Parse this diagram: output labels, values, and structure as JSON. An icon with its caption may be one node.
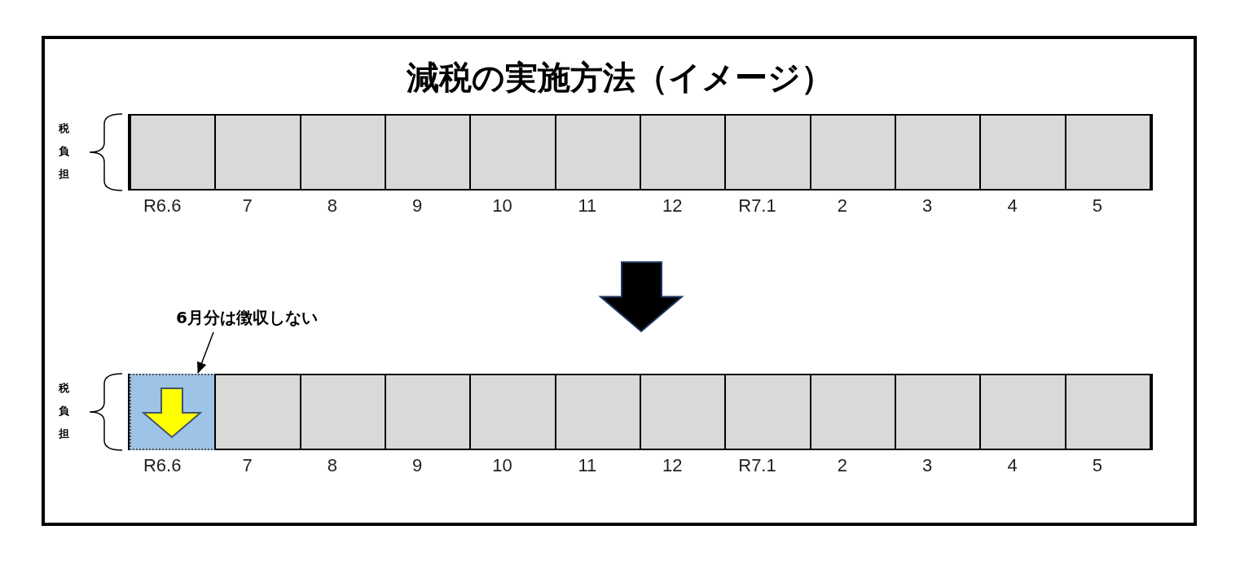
{
  "diagram": {
    "title": "減税の実施方法（イメージ）",
    "nodes": [
      {
        "text": [],
        "shape": "bar"
      },
      {
        "text": [],
        "shape": "box",
        "in": 0
      },
      {
        "text": [],
        "shape": "box",
        "in": 0
      },
      {
        "text": [],
        "shape": "box",
        "in": 0
      },
      {
        "text": [],
        "shape": "box",
        "in": 0
      },
      {
        "text": [],
        "shape": "box",
        "in": 0
      },
      {
        "text": [],
        "shape": "box",
        "in": 0
      },
      {
        "text": [],
        "shape": "box",
        "in": 0
      },
      {
        "text": [],
        "shape": "box",
        "in": 0
      },
      {
        "text": [],
        "shape": "box",
        "in": 0
      },
      {
        "text": [],
        "shape": "box",
        "in": 0
      },
      {
        "text": [],
        "shape": "box",
        "in": 0
      },
      {
        "text": [],
        "shape": "box",
        "in": 0
      },
      {
        "text": [],
        "shape": "bar"
      },
      {
        "text": [],
        "shape": "box",
        "in": 13
      },
      {
        "text": [],
        "shape": "box",
        "in": 13
      },
      {
        "text": [],
        "shape": "box",
        "in": 13
      },
      {
        "text": [],
        "shape": "box",
        "in": 13
      },
      {
        "text": [],
        "shape": "box",
        "in": 13
      },
      {
        "text": [],
        "shape": "box",
        "in": 13
      },
      {
        "text": [],
        "shape": "box",
        "in": 13
      },
      {
        "text": [],
        "shape": "box",
        "in": 13
      },
      {
        "text": [],
        "shape": "box",
        "in": 13
      },
      {
        "text": [],
        "shape": "box",
        "in": 13
      },
      {
        "text": [],
        "shape": "box",
        "in": 13
      },
      {
        "text": [],
        "shape": "box",
        "in": 13
      },
      {
        "text": [
          "6月分は徴収しない"
        ]
      }
    ],
    "edges": [
      {
        "from": 0,
        "to": 13,
        "arrow": "to",
        "style": "thick"
      },
      {
        "from": 26,
        "to": 14,
        "arrow": "to"
      }
    ],
    "labels": [
      "税負担",
      "R6.6",
      "7",
      "8",
      "9",
      "10",
      "11",
      "12",
      "R7.1",
      "2",
      "3",
      "4",
      "5",
      "税負担",
      "R6.6",
      "7",
      "8",
      "9",
      "10",
      "11",
      "12",
      "R7.1",
      "2",
      "3",
      "4",
      "5"
    ]
  }
}
